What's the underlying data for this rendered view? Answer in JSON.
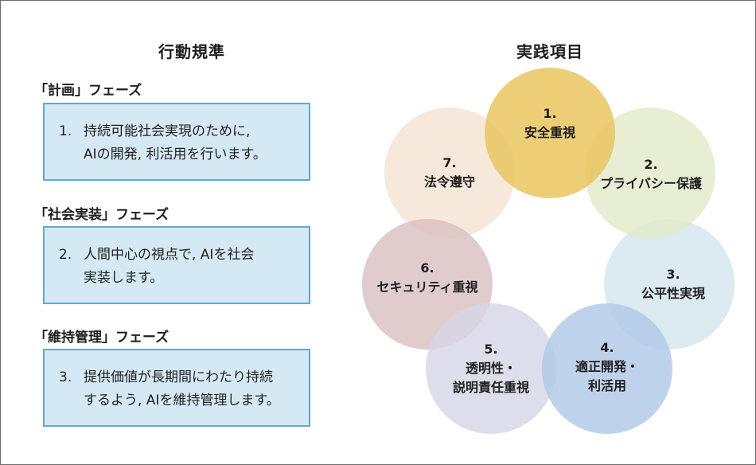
{
  "left_title": "行動規準",
  "right_title": "実践項目",
  "phases": [
    {
      "label": "「計画」フェーズ",
      "num": "1.",
      "line1": "持続可能社会実現のために,",
      "line2": "AIの開発, 利活用を行います。"
    },
    {
      "label": "「社会実装」フェーズ",
      "num": "2.",
      "line1": "人間中心の視点で, AIを社会",
      "line2": "実装します。"
    },
    {
      "label": "「維持管理」フェーズ",
      "num": "3.",
      "line1": "提供価値が長期間にわたり持続",
      "line2": "するよう, AIを維持管理します。"
    }
  ],
  "items": [
    {
      "num": "1.",
      "text": "安全重視",
      "color": "#e9c55f"
    },
    {
      "num": "2.",
      "text": "プライバシー保護",
      "color": "#e3eacb"
    },
    {
      "num": "3.",
      "text": "公平性実現",
      "color": "#d4e5ee"
    },
    {
      "num": "4.",
      "text": "適正開発・",
      "text2": "利活用",
      "color": "#b1c8e6"
    },
    {
      "num": "5.",
      "text": "透明性・",
      "text2": "説明責任重視",
      "color": "#d7d5e6"
    },
    {
      "num": "6.",
      "text": "セキュリティ重視",
      "color": "#dbc1c2"
    },
    {
      "num": "7.",
      "text": "法令遵守",
      "color": "#f4e3d2"
    }
  ]
}
